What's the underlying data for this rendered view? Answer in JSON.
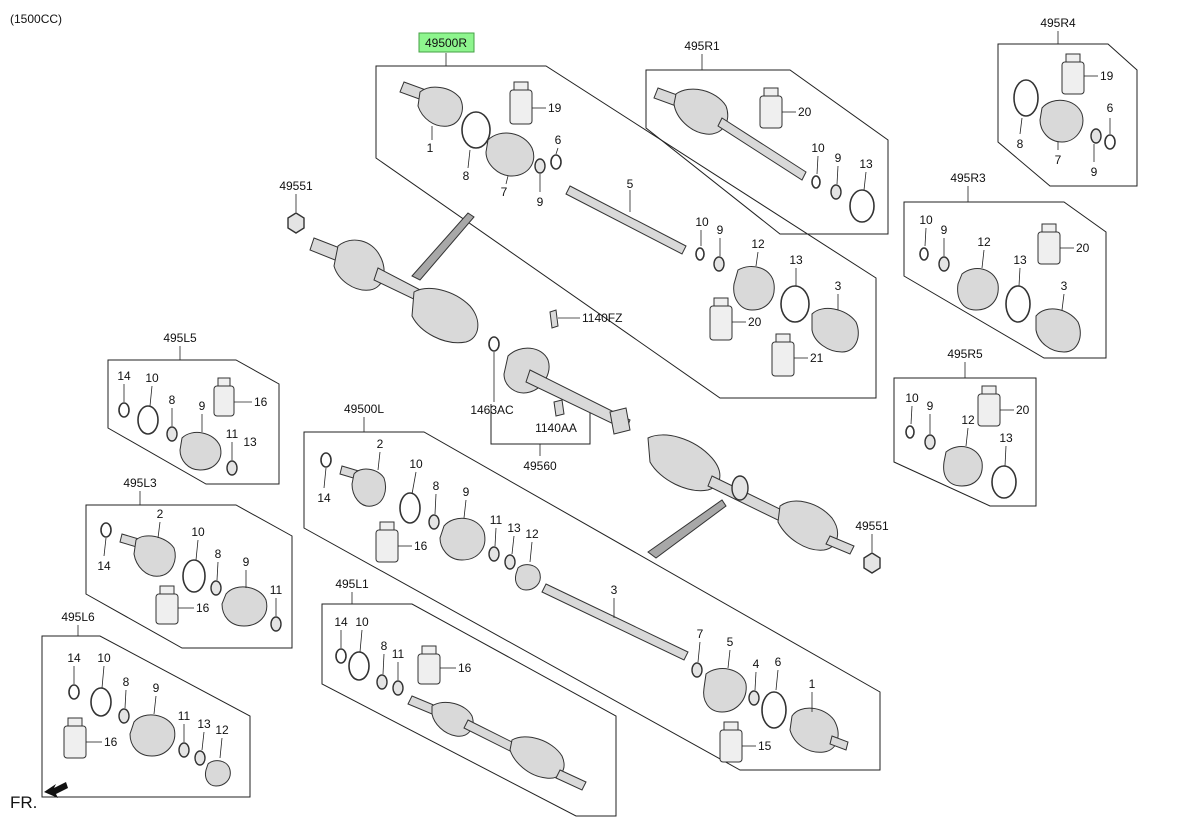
{
  "engine_note": "(1500CC)",
  "front_marker": "FR.",
  "highlight_color": "#8ef58e",
  "assemblies": {
    "rh_shaft": "49500R",
    "rh_kit_r1": "495R1",
    "rh_kit_r4": "495R4",
    "rh_kit_r3": "495R3",
    "rh_kit_r5": "495R5",
    "lh_shaft": "49500L",
    "lh_kit_l5": "495L5",
    "lh_kit_l3": "495L3",
    "lh_kit_l1": "495L1",
    "lh_kit_l6": "495L6",
    "bearing_bracket": "49560"
  },
  "labels": {
    "nut_upper": "49551",
    "nut_lower": "49551",
    "bolt_fz": "1140FZ",
    "ring_ac": "1463AC",
    "bolt_aa": "1140AA",
    "n1": "1",
    "n2": "2",
    "n3": "3",
    "n4": "4",
    "n5": "5",
    "n6": "6",
    "n7": "7",
    "n8": "8",
    "n9": "9",
    "n10": "10",
    "n11": "11",
    "n12": "12",
    "n13": "13",
    "n14": "14",
    "n15": "15",
    "n16": "16",
    "n19": "19",
    "n20": "20",
    "n21": "21"
  }
}
